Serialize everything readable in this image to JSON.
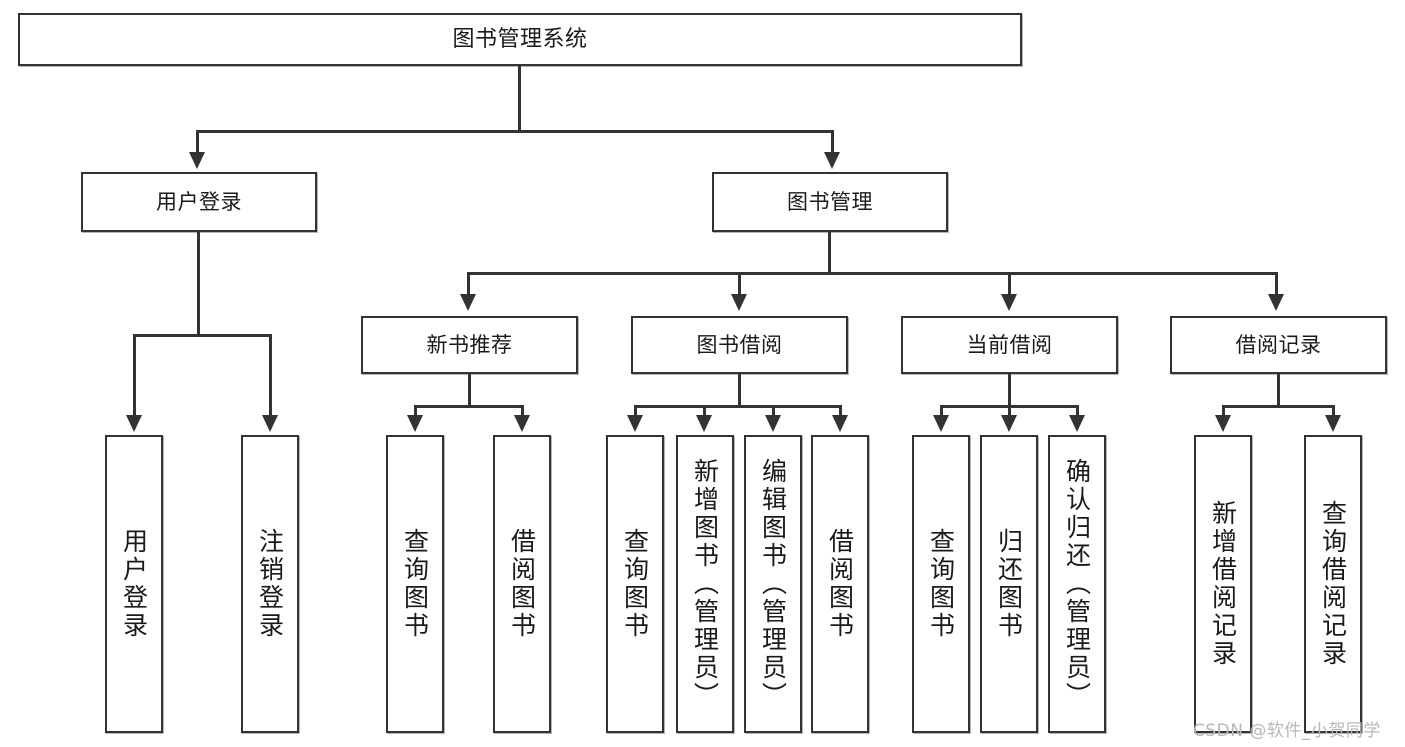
{
  "diagram": {
    "title": "图书管理系统",
    "watermark": "CSDN @软件_小贺同学",
    "colors": {
      "border": "#333333",
      "fill": "#ffffff",
      "background": "#ffffff",
      "watermark": "#b8b8b8"
    },
    "level1": {
      "root": "图书管理系统"
    },
    "level2": {
      "user_login": "用户登录",
      "book_management": "图书管理"
    },
    "level3": {
      "new_book_recommend": "新书推荐",
      "book_borrow": "图书借阅",
      "current_borrow": "当前借阅",
      "borrow_record": "借阅记录"
    },
    "leaves": {
      "user_login_1": "用户登录",
      "user_login_2": "注销登录",
      "recommend_1": "查询图书",
      "recommend_2": "借阅图书",
      "borrow_1": "查询图书",
      "borrow_2": "新增图书（管理员）",
      "borrow_3": "编辑图书（管理员）",
      "borrow_4": "借阅图书",
      "current_1": "查询图书",
      "current_2": "归还图书",
      "current_3": "确认归还（管理员）",
      "record_1": "新增借阅记录",
      "record_2": "查询借阅记录"
    }
  }
}
